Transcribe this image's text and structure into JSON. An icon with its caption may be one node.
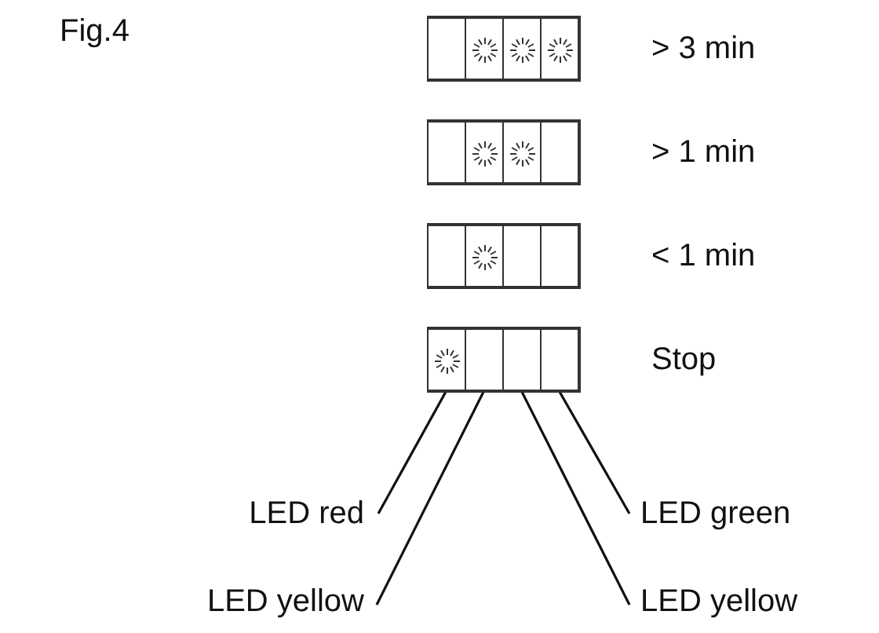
{
  "diagram": {
    "title": "Fig.4",
    "nodes": [
      {
        "text": [],
        "shape": "box",
        "beside": [
          "> 3 min"
        ]
      },
      {
        "text": [],
        "shape": "box",
        "in": 0
      },
      {
        "text": [],
        "shape": "sunburst",
        "in": 0
      },
      {
        "text": [],
        "shape": "sunburst",
        "in": 0
      },
      {
        "text": [],
        "shape": "sunburst",
        "in": 0
      },
      {
        "text": [],
        "shape": "box",
        "beside": [
          "> 1 min"
        ]
      },
      {
        "text": [],
        "shape": "box",
        "in": 5
      },
      {
        "text": [],
        "shape": "sunburst",
        "in": 5
      },
      {
        "text": [],
        "shape": "sunburst",
        "in": 5
      },
      {
        "text": [],
        "shape": "box",
        "in": 5
      },
      {
        "text": [],
        "shape": "box",
        "beside": [
          "< 1 min"
        ]
      },
      {
        "text": [],
        "shape": "box",
        "in": 10
      },
      {
        "text": [],
        "shape": "sunburst",
        "in": 10
      },
      {
        "text": [],
        "shape": "box",
        "in": 10
      },
      {
        "text": [],
        "shape": "box",
        "in": 10
      },
      {
        "text": [],
        "shape": "box",
        "beside": [
          "Stop"
        ]
      },
      {
        "text": [],
        "shape": "sunburst",
        "in": 15
      },
      {
        "text": [],
        "shape": "box",
        "in": 15
      },
      {
        "text": [],
        "shape": "box",
        "in": 15
      },
      {
        "text": [],
        "shape": "box",
        "in": 15
      },
      {
        "text": [
          "LED red"
        ]
      },
      {
        "text": [
          "LED green"
        ]
      },
      {
        "text": [
          "LED yellow"
        ]
      },
      {
        "text": [
          "LED yellow"
        ]
      }
    ],
    "edges": [
      {
        "from": 20,
        "to": 16,
        "arrow": "none"
      },
      {
        "from": 21,
        "to": 19,
        "arrow": "none"
      },
      {
        "from": 22,
        "to": 17,
        "arrow": "none"
      },
      {
        "from": 23,
        "to": 18,
        "arrow": "none"
      }
    ]
  }
}
